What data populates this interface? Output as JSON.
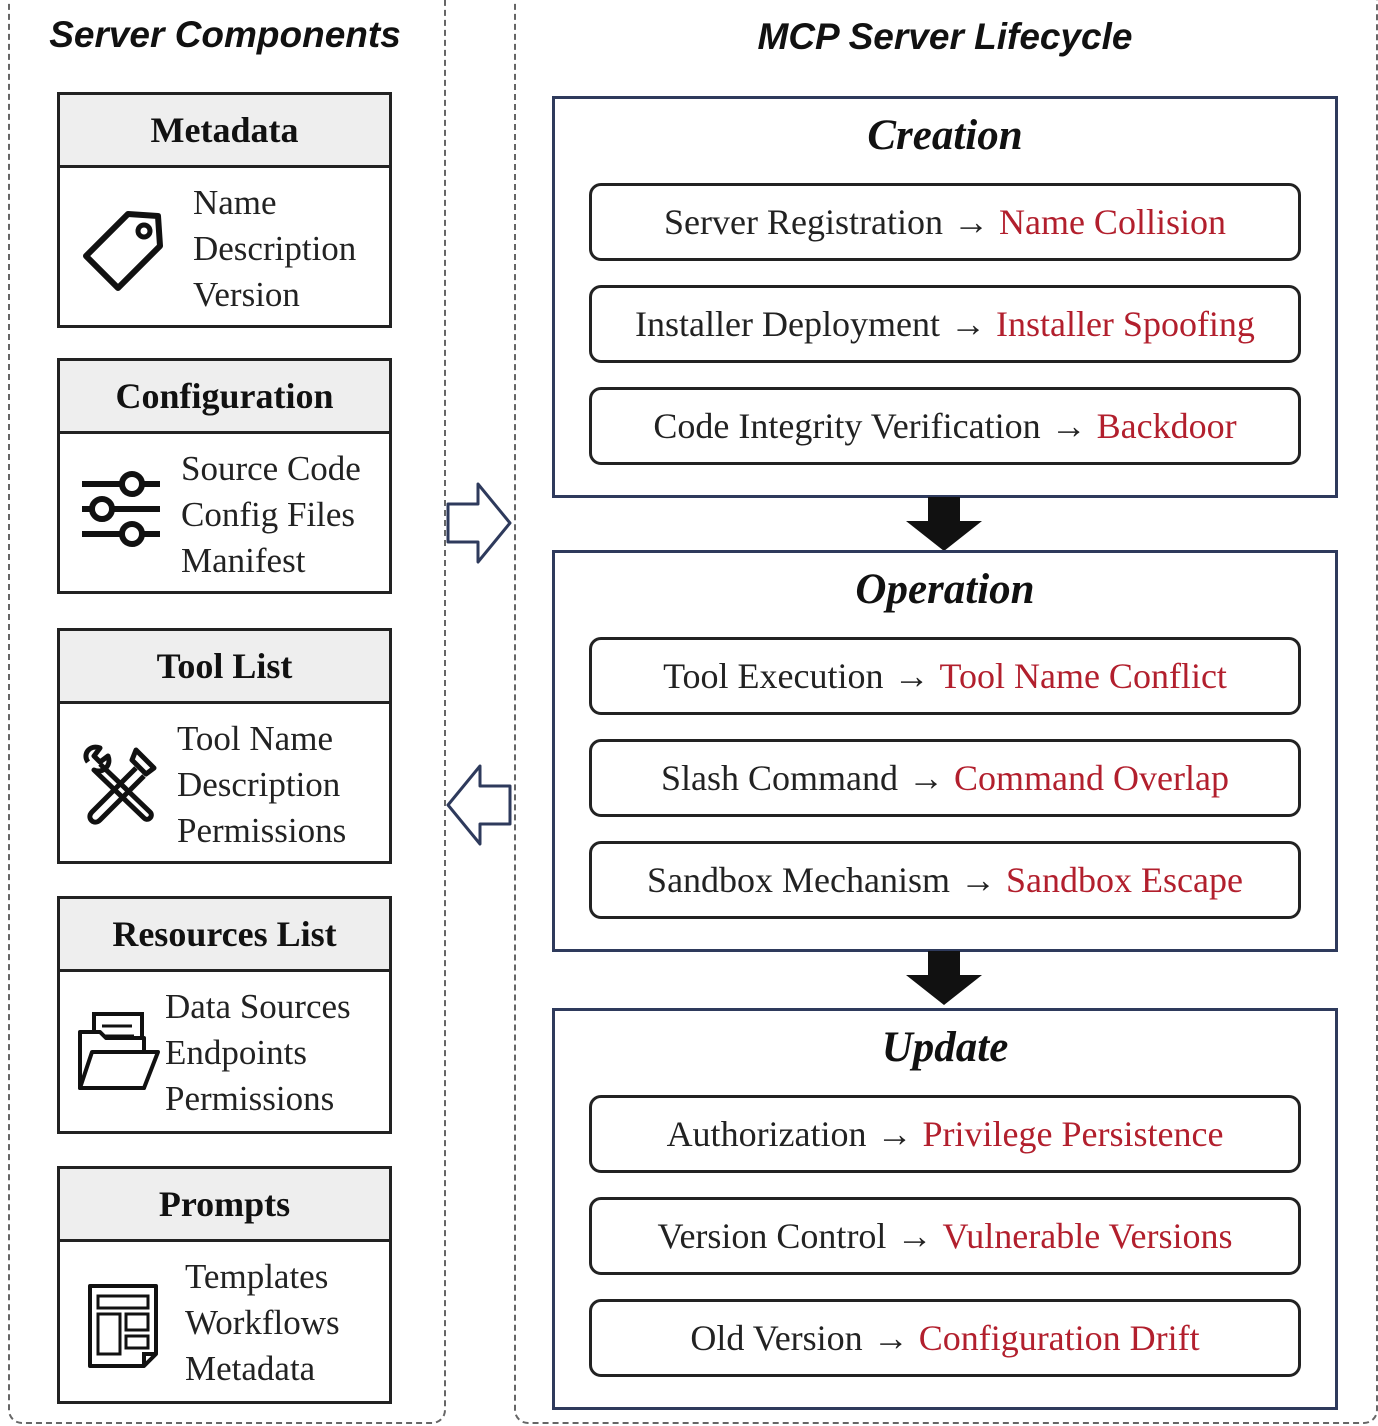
{
  "left_panel": {
    "title": "Server Components",
    "components": [
      {
        "header": "Metadata",
        "icon": "tag-icon",
        "items": [
          "Name",
          "Description",
          "Version"
        ]
      },
      {
        "header": "Configuration",
        "icon": "sliders-icon",
        "items": [
          "Source Code",
          "Config Files",
          "Manifest"
        ]
      },
      {
        "header": "Tool List",
        "icon": "tools-icon",
        "items": [
          "Tool Name",
          "Description",
          "Permissions"
        ]
      },
      {
        "header": "Resources List",
        "icon": "folder-icon",
        "items": [
          "Data Sources",
          "Endpoints",
          "Permissions"
        ]
      },
      {
        "header": "Prompts",
        "icon": "template-icon",
        "items": [
          "Templates",
          "Workflows",
          "Metadata"
        ]
      }
    ]
  },
  "right_panel": {
    "title": "MCP Server Lifecycle",
    "stages": [
      {
        "title": "Creation",
        "items": [
          {
            "action": "Server Registration",
            "risk": "Name Collision"
          },
          {
            "action": "Installer Deployment",
            "risk": "Installer Spoofing"
          },
          {
            "action": "Code Integrity Verification",
            "risk": "Backdoor"
          }
        ]
      },
      {
        "title": "Operation",
        "items": [
          {
            "action": "Tool Execution",
            "risk": "Tool Name Conflict"
          },
          {
            "action": "Slash Command",
            "risk": "Command Overlap"
          },
          {
            "action": "Sandbox Mechanism",
            "risk": "Sandbox Escape"
          }
        ]
      },
      {
        "title": "Update",
        "items": [
          {
            "action": "Authorization",
            "risk": "Privilege Persistence"
          },
          {
            "action": "Version Control",
            "risk": "Vulnerable Versions"
          },
          {
            "action": "Old Version",
            "risk": "Configuration Drift"
          }
        ]
      }
    ]
  },
  "arrow_symbol": "→",
  "colors": {
    "risk": "#b21f2d",
    "stage_border": "#2e3a5c",
    "header_bg": "#eeeeee"
  }
}
